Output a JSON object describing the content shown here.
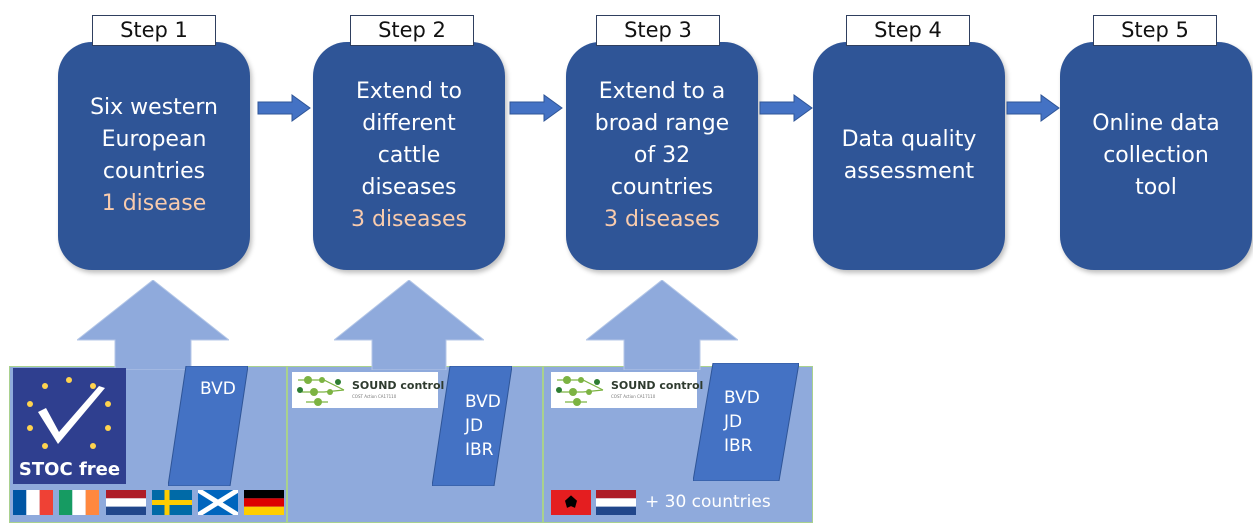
{
  "steps": [
    {
      "label": "Step 1",
      "text": "Six western\nEuropean\ncountries",
      "highlight": "1 disease"
    },
    {
      "label": "Step 2",
      "text": "Extend to\ndifferent\ncattle\ndiseases",
      "highlight": "3 diseases"
    },
    {
      "label": "Step 3",
      "text": "Extend to a\nbroad range\nof 32\ncountries",
      "highlight": "3 diseases"
    },
    {
      "label": "Step 4",
      "text": "Data quality\nassessment",
      "highlight": ""
    },
    {
      "label": "Step 5",
      "text": "Online data\ncollection\ntool",
      "highlight": ""
    }
  ],
  "panels": [
    {
      "logo_text": "STOC free",
      "diseases": "BVD",
      "flags": [
        "flag-france",
        "flag-ireland",
        "flag-netherlands",
        "flag-sweden",
        "flag-scotland",
        "flag-germany"
      ]
    },
    {
      "logo_text": "SOUND control",
      "logo_subtext": "COST Action CA17110",
      "diseases": "BVD\nJD\nIBR"
    },
    {
      "logo_text": "SOUND control",
      "logo_subtext": "COST Action CA17110",
      "diseases": "BVD\nJD\nIBR",
      "flags": [
        "flag-albania",
        "flag-netherlands"
      ],
      "extra": "+ 30 countries"
    }
  ],
  "colors": {
    "step_box": "#2f5597",
    "highlight": "#f8cbad",
    "panel": "#8faadc",
    "arrow": "#4472c4"
  }
}
